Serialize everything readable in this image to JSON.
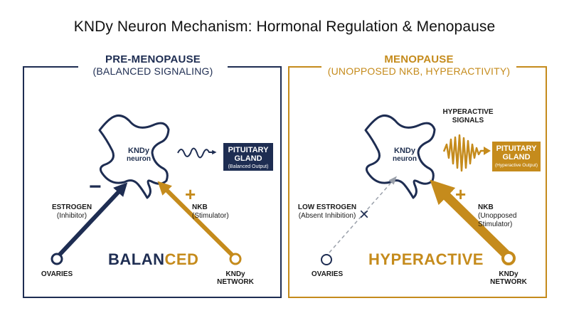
{
  "title": "KNDy Neuron Mechanism: Hormonal Regulation & Menopause",
  "colors": {
    "navy": "#1e2d52",
    "gold": "#c58b1c",
    "gray": "#9aa0aa"
  },
  "left_panel": {
    "heading": "PRE-MENOPAUSE",
    "subheading": "(BALANCED SIGNALING)",
    "neuron_label_1": "KNDy",
    "neuron_label_2": "neuron",
    "output_box": {
      "title_1": "PITUITARY",
      "title_2": "GLAND",
      "caption": "(Balanced Output)"
    },
    "inhibitor": {
      "label": "ESTROGEN",
      "sublabel": "(Inhibitor)",
      "sign": "−"
    },
    "stimulator": {
      "label": "NKB",
      "sublabel": "(Stimulator)",
      "sign": "+"
    },
    "source_left": "OVARIES",
    "source_right_1": "KNDy",
    "source_right_2": "NETWORK",
    "status_part_1": "BALAN",
    "status_part_2": "CED"
  },
  "right_panel": {
    "heading": "MENOPAUSE",
    "subheading": "(UNOPPOSED NKB, HYPERACTIVITY)",
    "neuron_label_1": "KNDy",
    "neuron_label_2": "neuron",
    "signal_label_1": "HYPERACTIVE",
    "signal_label_2": "SIGNALS",
    "output_box": {
      "title_1": "PITUITARY",
      "title_2": "GLAND",
      "caption": "(Hyperactive Output)"
    },
    "inhibitor": {
      "label": "LOW ESTROGEN",
      "sublabel": "(Absent Inhibition)",
      "mark": "×"
    },
    "stimulator": {
      "label": "NKB",
      "sublabel_1": "(Unopposed",
      "sublabel_2": "Stimulator)",
      "sign": "+"
    },
    "source_left": "OVARIES",
    "source_right_1": "KNDy",
    "source_right_2": "NETWORK",
    "status": "HYPERACTIVE"
  }
}
